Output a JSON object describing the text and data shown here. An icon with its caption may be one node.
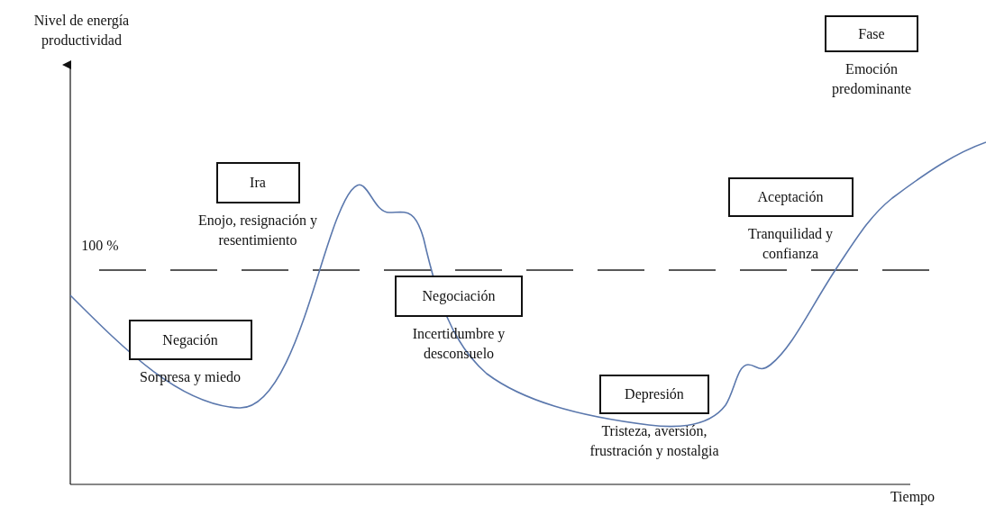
{
  "diagram": {
    "nodes": [
      {
        "text": [
          "Fase"
        ],
        "beside": [
          "Emoción predominante"
        ]
      },
      {
        "text": [
          "Ira"
        ],
        "beside": [
          "Enojo, resignación y resentimiento"
        ]
      },
      {
        "text": [
          "Aceptación"
        ],
        "beside": [
          "Tranquilidad y confianza"
        ]
      },
      {
        "text": [
          "Negociación"
        ],
        "beside": [
          "Incertidumbre y desconsuelo"
        ]
      },
      {
        "text": [
          "Negación"
        ],
        "beside": [
          "Sorpresa y miedo"
        ]
      },
      {
        "text": [
          "Depresión"
        ],
        "beside": [
          "Tristeza, aversión, frustración y nostalgia"
        ]
      }
    ],
    "edges": [],
    "labels": [
      "Nivel de energía productividad",
      "100 %",
      "Tiempo"
    ]
  }
}
